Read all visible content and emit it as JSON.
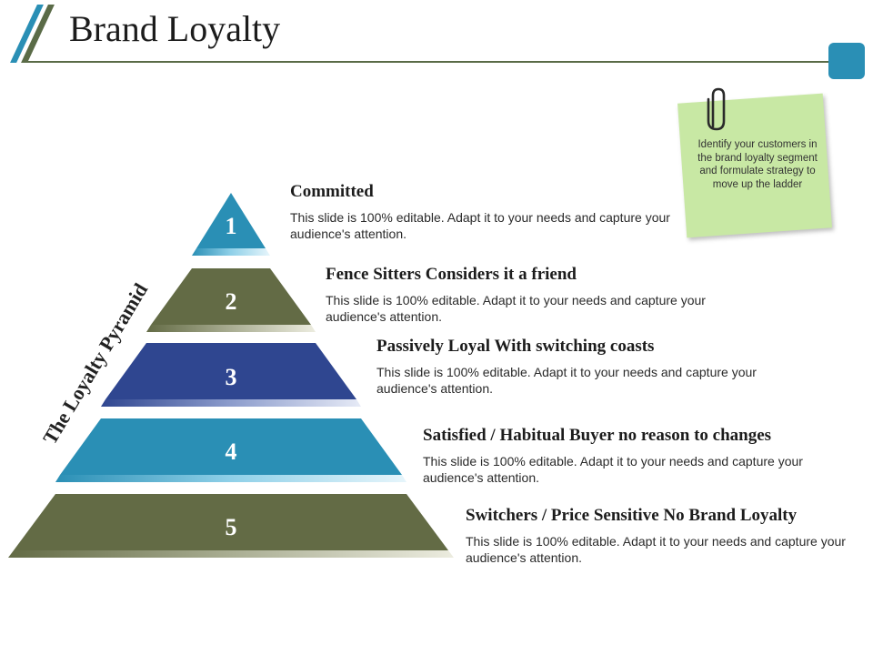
{
  "slide": {
    "title": "Brand Loyalty"
  },
  "pyramid": {
    "label": "The Loyalty Pyramid",
    "tiers": [
      {
        "number": "1",
        "heading": "Committed",
        "description": "This slide is 100% editable. Adapt it to your needs and capture your audience's attention.",
        "color": "#2a8fb5"
      },
      {
        "number": "2",
        "heading": "Fence Sitters Considers it a friend",
        "description": "This slide is 100% editable. Adapt it to your needs and capture your audience's attention.",
        "color": "#636b45"
      },
      {
        "number": "3",
        "heading": "Passively Loyal With switching coasts",
        "description": "This slide is 100% editable. Adapt it to your needs and capture your audience's attention.",
        "color": "#2f4690"
      },
      {
        "number": "4",
        "heading": "Satisfied / Habitual Buyer no reason to changes",
        "description": "This slide is 100% editable. Adapt it to your needs and capture your audience's attention.",
        "color": "#2a8fb5"
      },
      {
        "number": "5",
        "heading": "Switchers / Price Sensitive No Brand Loyalty",
        "description": "This slide is 100% editable. Adapt it to your needs and capture your audience's attention.",
        "color": "#636b45"
      }
    ]
  },
  "note": {
    "text": "Identify your customers in the brand loyalty segment and formulate strategy to move up the ladder"
  }
}
